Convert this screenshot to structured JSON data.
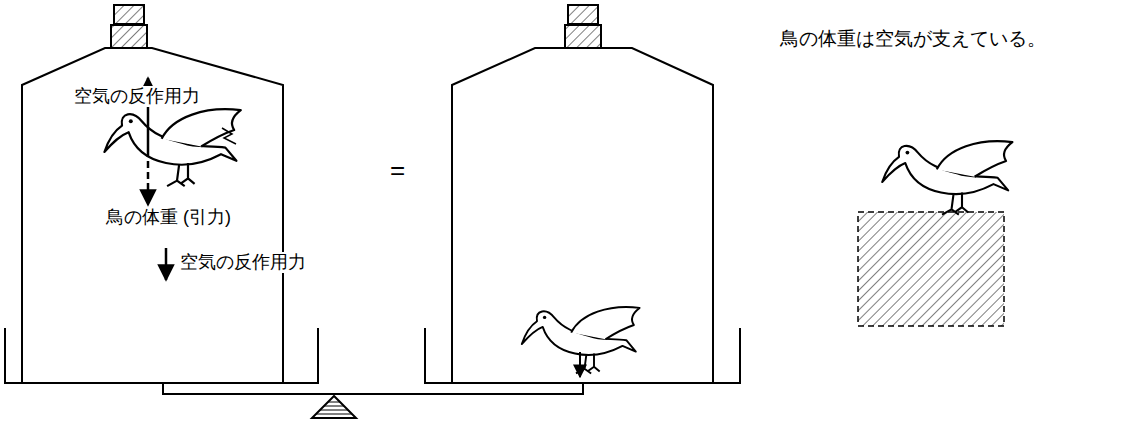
{
  "diagram": {
    "labels": [
      "空気の反作用力",
      "鳥の体重 (引力)",
      "空気の反作用力",
      "=",
      "鳥の体重は空気が支えている。"
    ]
  }
}
